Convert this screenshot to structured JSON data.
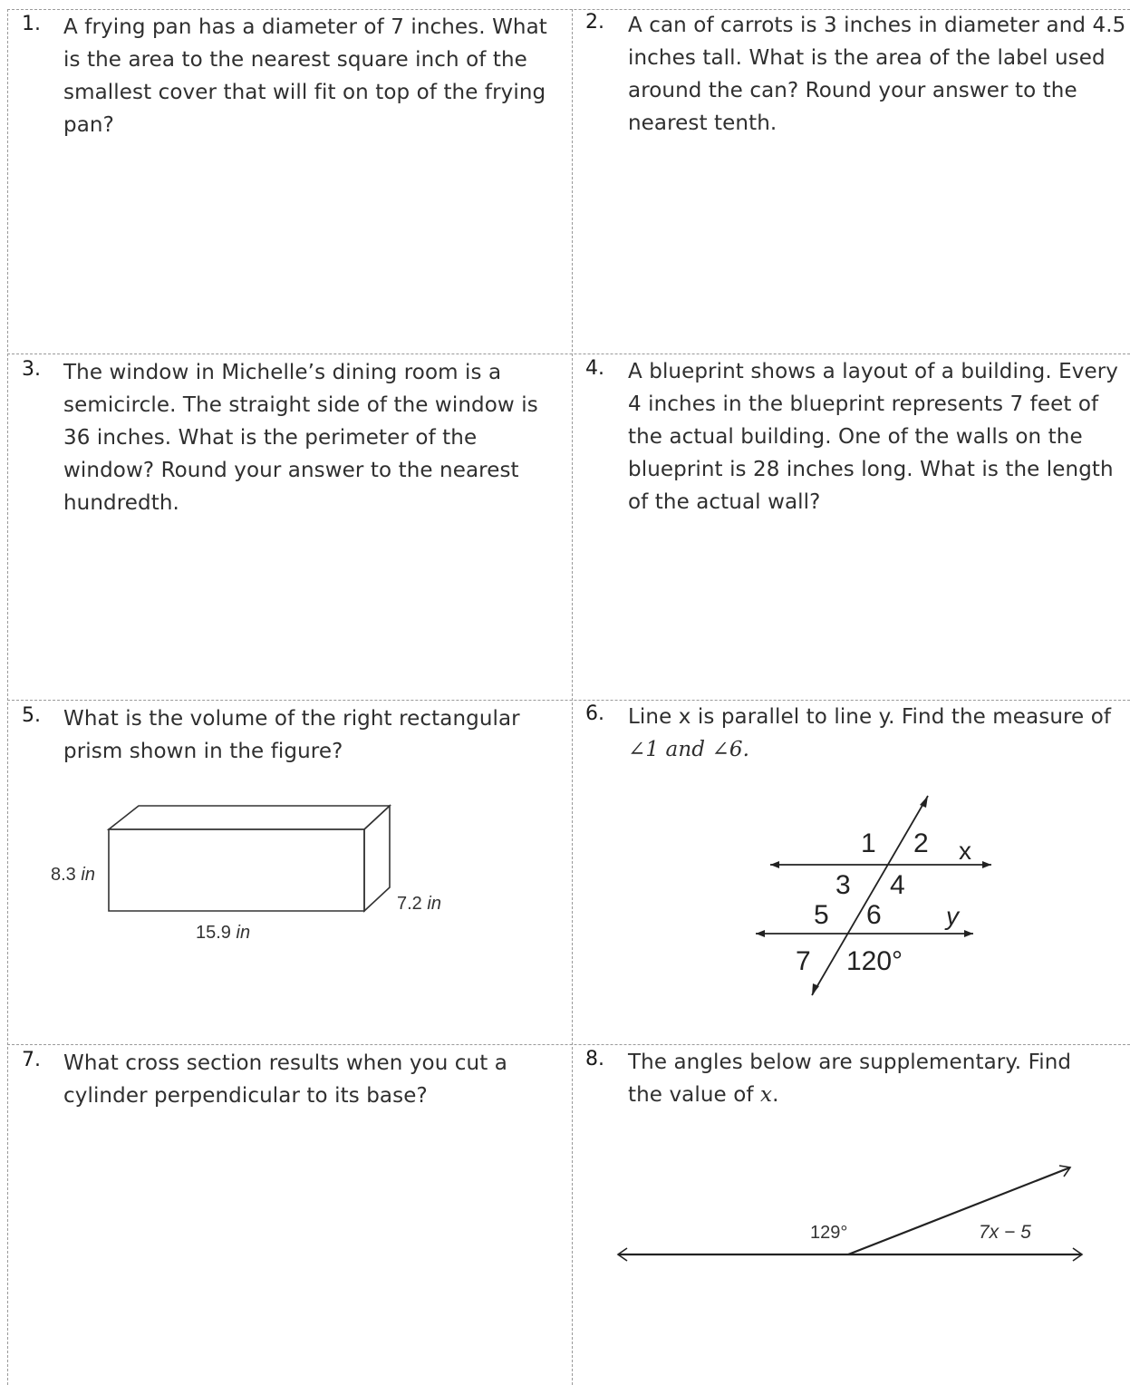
{
  "problems": [
    {
      "number": "1.",
      "text": "A frying pan has a diameter of 7 inches. What is the area to the nearest square inch of the smallest cover that will fit on top of the frying pan?"
    },
    {
      "number": "2.",
      "text": "A can of carrots is 3 inches in diameter and 4.5 inches tall. What is the area of the label used around the can?  Round your answer to the nearest tenth."
    },
    {
      "number": "3.",
      "text": "The window in Michelle’s dining room is a semicircle. The straight side of the window is 36 inches. What is the perimeter of the window? Round your answer to the nearest hundredth."
    },
    {
      "number": "4.",
      "text": "A blueprint shows a layout of a building. Every 4 inches in the blueprint represents 7 feet of the actual building. One of the walls on the blueprint is 28 inches long. What is the length of the actual wall?"
    },
    {
      "number": "5.",
      "text": "What is the volume of the right rectangular prism shown in the figure?"
    },
    {
      "number": "6.",
      "text_a": "Line x is parallel to line y. Find the measure of ",
      "text_b": "∠1 and ∠6."
    },
    {
      "number": "7.",
      "text": "What cross section results when you cut a cylinder perpendicular to its base?"
    },
    {
      "number": "8.",
      "text_a": "The angles below are supplementary. Find the value of ",
      "text_b": "x",
      "text_c": "."
    }
  ],
  "prism": {
    "height_value": "8.3",
    "depth_value": "7.2",
    "length_value": "15.9",
    "unit": "in"
  },
  "parallel": {
    "angles": [
      "1",
      "2",
      "3",
      "4",
      "5",
      "6",
      "7"
    ],
    "known_angle": "120°",
    "line_x": "x",
    "line_y": "y"
  },
  "supplementary": {
    "known_angle": "129°",
    "expression": "7x − 5"
  }
}
